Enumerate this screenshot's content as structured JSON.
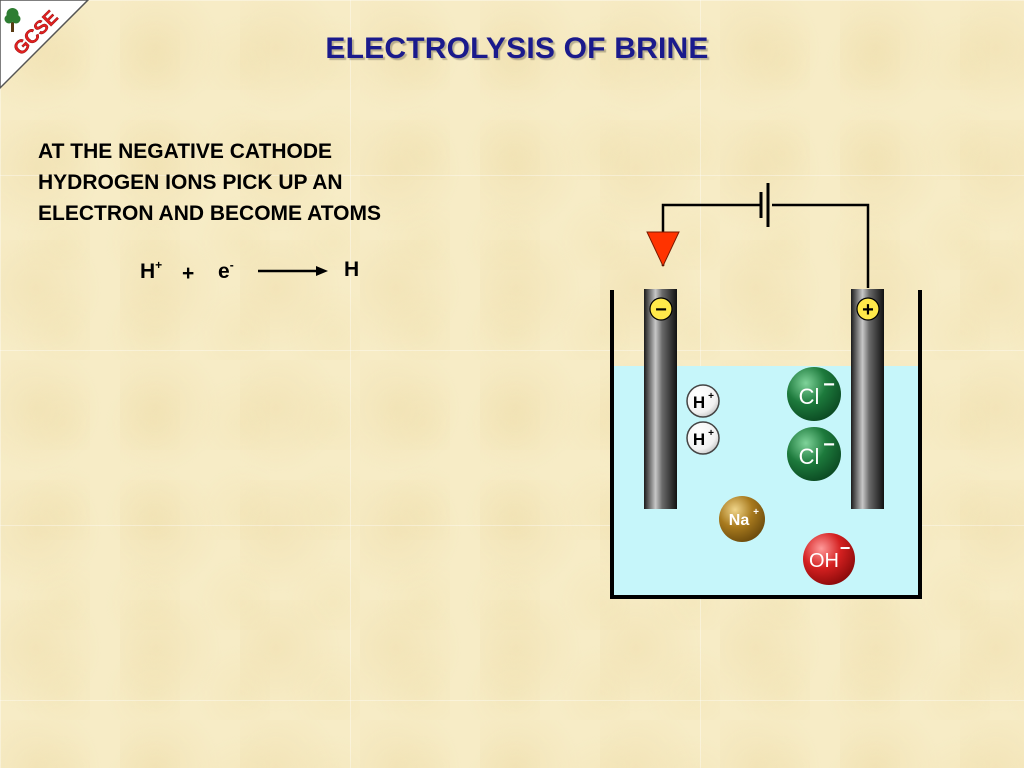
{
  "badge": {
    "text": "GCSE"
  },
  "title": "ELECTROLYSIS OF BRINE",
  "description": [
    "AT THE NEGATIVE CATHODE",
    "HYDROGEN IONS PICK UP AN",
    "ELECTRON AND BECOME ATOMS"
  ],
  "equation": {
    "reactant1": "H",
    "reactant1_charge": "+",
    "plus": "+",
    "reactant2": "e",
    "reactant2_charge": "-",
    "product": "H"
  },
  "electrodes": {
    "cathode_sign": "−",
    "anode_sign": "+"
  },
  "ions": {
    "hydrogen_1": {
      "symbol": "H",
      "charge": "+"
    },
    "hydrogen_2": {
      "symbol": "H",
      "charge": "+"
    },
    "chloride_1": {
      "symbol": "Cl",
      "charge": "−"
    },
    "chloride_2": {
      "symbol": "Cl",
      "charge": "−"
    },
    "sodium": {
      "symbol": "Na",
      "charge": "+"
    },
    "hydroxide": {
      "symbol": "OH",
      "charge": "−"
    }
  },
  "colors": {
    "title": "#1a1a8c",
    "badge_green": "#2e7d32",
    "badge_red": "#e02020",
    "solution": "#c6f6fa",
    "chloride": "#1d7a3c",
    "sodium": "#a87a1e",
    "hydroxide": "#d42020",
    "hydrogen": "#ffffff",
    "electron_arrow": "#ff3300"
  }
}
